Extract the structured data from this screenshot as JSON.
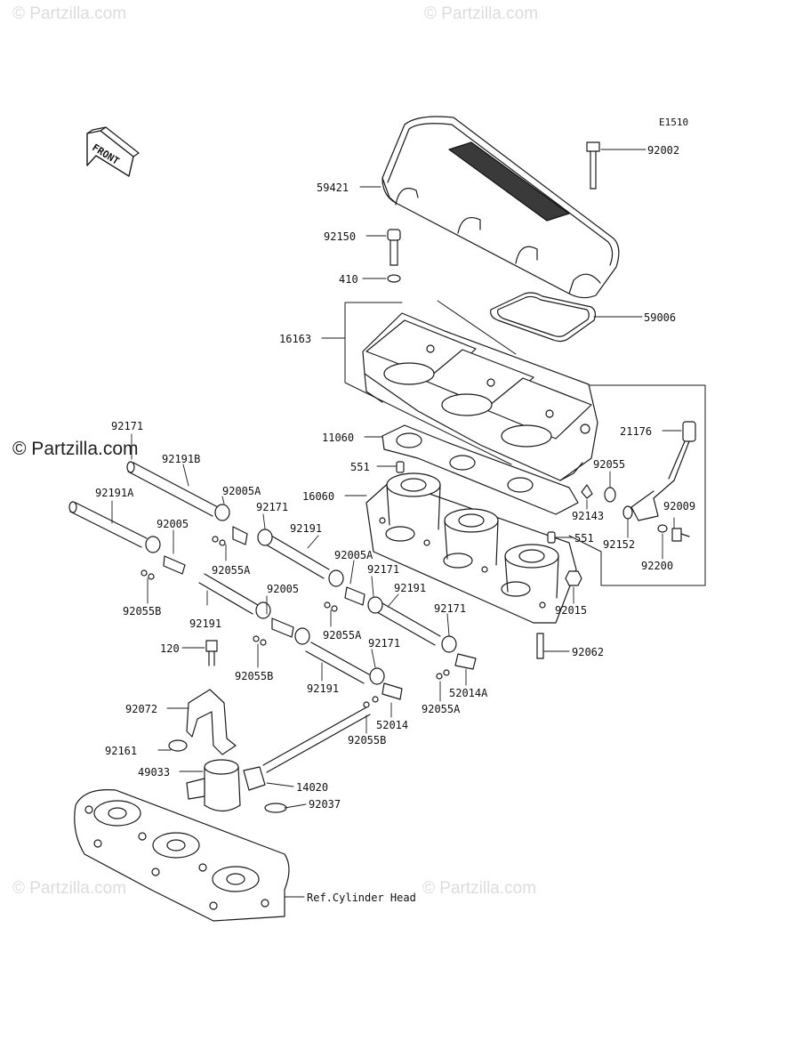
{
  "diagram": {
    "code": "E1510",
    "front_label": "FRONT",
    "ref_label": "Ref.Cylinder Head"
  },
  "watermarks": {
    "faint": "© Partzilla.com",
    "dark": "© Partzilla.com"
  },
  "parts": {
    "p92002": "92002",
    "p59421": "59421",
    "p92150": "92150",
    "p410": "410",
    "p59006": "59006",
    "p16163": "16163",
    "p21176": "21176",
    "p11060": "11060",
    "p92055": "92055",
    "p551a": "551",
    "p16060": "16060",
    "p92009": "92009",
    "p92143": "92143",
    "p92152": "92152",
    "p551b": "551",
    "p92200": "92200",
    "p92015": "92015",
    "p92062": "92062",
    "p92171a": "92171",
    "p92191B": "92191B",
    "p92005Aa": "92005A",
    "p92171b": "92171",
    "p92191Aa": "92191A",
    "p92005a": "92005",
    "p92191a": "92191",
    "p92055Aa": "92055A",
    "p92005Ab": "92005A",
    "p92171c": "92171",
    "p92055Ba": "92055B",
    "p92191b": "92191",
    "p92005b": "92005",
    "p92191c": "92191",
    "p92171d": "92171",
    "p92055Ab": "92055A",
    "p120": "120",
    "p92171e": "92171",
    "p92055Bb": "92055B",
    "p92191d": "92191",
    "p52014A": "52014A",
    "p92072": "92072",
    "p92055Ac": "92055A",
    "p52014": "52014",
    "p92161": "92161",
    "p92055Bc": "92055B",
    "p49033": "49033",
    "p14020": "14020",
    "p92037": "92037"
  }
}
